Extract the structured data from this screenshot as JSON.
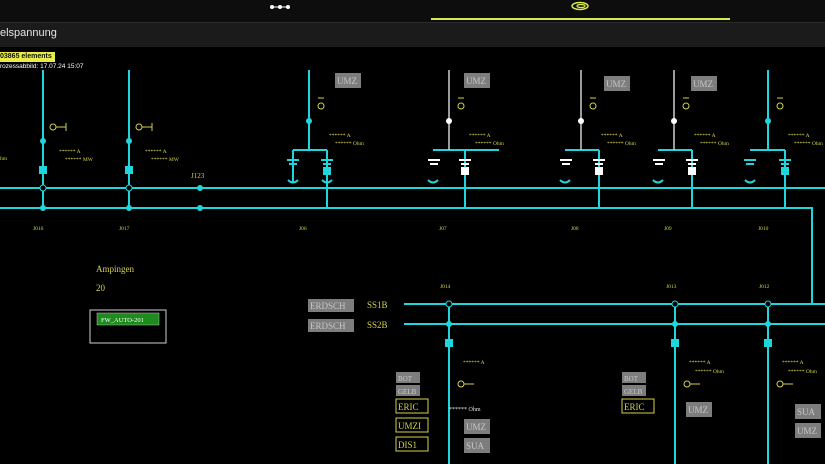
{
  "title": "elspannung",
  "element_count": "03865 elements",
  "timestamp": "rozessabbild: 17.07.24 15:07",
  "panel": {
    "label": "Ampingen",
    "value": "20",
    "button": "FW_AUTO-201"
  },
  "feeders_top": [
    {
      "id": "J016",
      "values": [
        "****** A",
        "****** MW"
      ]
    },
    {
      "id": "J017",
      "values": [
        "****** A",
        "****** MW"
      ]
    },
    {
      "id": "J06",
      "values": [
        "****** A",
        "****** Ohm"
      ],
      "tag": "UMZ"
    },
    {
      "id": "J07",
      "values": [
        "****** A",
        "****** Ohm"
      ],
      "tag": "UMZ"
    },
    {
      "id": "J08",
      "values": [
        "****** A",
        "****** Ohm"
      ],
      "tag": "UMZ"
    },
    {
      "id": "J09",
      "values": [
        "****** A",
        "****** Ohm"
      ],
      "tag": "UMZ"
    },
    {
      "id": "J010",
      "values": [
        "****** A",
        "****** Ohm"
      ],
      "tag": ""
    }
  ],
  "coupler_top": "J123",
  "left_edge_unit": "hm",
  "busbars": {
    "ss1": "SS1B",
    "ss2": "SS2B",
    "grounding": "ERDSCH"
  },
  "feeders_bottom": [
    {
      "id": "J014",
      "tags": [
        "BOT",
        "GELB"
      ],
      "boxes": [
        "ERIC",
        "UMZI",
        "DIS1"
      ],
      "values": [
        "****** A",
        "****** Ohm"
      ],
      "side": [
        "UMZ",
        "SUA"
      ]
    },
    {
      "id": "J013",
      "tags": [
        "BOT",
        "GELB"
      ],
      "boxes": [
        "ERIC"
      ],
      "values": [
        "****** A",
        "****** Ohm"
      ],
      "side": [
        "UMZ"
      ]
    },
    {
      "id": "J012",
      "tags": [],
      "boxes": [],
      "values": [
        "****** A",
        "****** Ohm"
      ],
      "side": [
        "SUA",
        "UMZ"
      ]
    }
  ],
  "colors": {
    "line": "#1fd6dc",
    "accent": "#d9e84e",
    "label": "#d6d14a",
    "tag": "#7d7d7d"
  }
}
